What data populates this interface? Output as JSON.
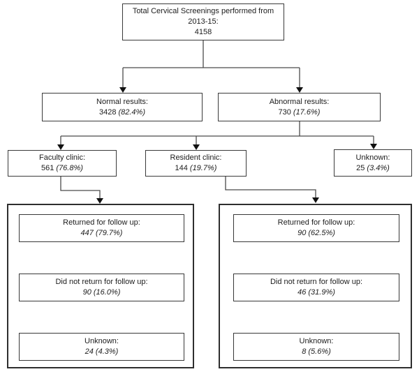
{
  "diagram": {
    "root": {
      "title_line1": "Total Cervical Screenings performed from",
      "title_line2": "2013-15:",
      "total": "4158"
    },
    "results": [
      {
        "label": "Normal results:",
        "count": "3428",
        "percent": "(82.4%)"
      },
      {
        "label": "Abnormal results:",
        "count": "730",
        "percent": "(17.6%)"
      }
    ],
    "clinics": [
      {
        "label": "Faculty clinic:",
        "count": "561",
        "percent": "(76.8%)"
      },
      {
        "label": "Resident clinic:",
        "count": "144",
        "percent": "(19.7%)"
      },
      {
        "label": "Unknown:",
        "count": "25",
        "percent": "(3.4%)"
      }
    ],
    "faculty_followup": [
      {
        "label": "Returned for follow up:",
        "value": "447 (79.7%)"
      },
      {
        "label": "Did not return for follow up:",
        "value": "90 (16.0%)"
      },
      {
        "label": "Unknown:",
        "value": "24 (4.3%)"
      }
    ],
    "resident_followup": [
      {
        "label": "Returned for follow up:",
        "value": "90 (62.5%)"
      },
      {
        "label": "Did not return for follow up:",
        "value": "46 (31.9%)"
      },
      {
        "label": "Unknown:",
        "value": "8 (5.6%)"
      }
    ]
  },
  "colors": {
    "background": "#ffffff",
    "box_border": "#3a3a3a",
    "container_border": "#2e2e2e",
    "connector": "#4a4a4a",
    "arrowhead": "#111111",
    "text": "#1c1c1c"
  }
}
